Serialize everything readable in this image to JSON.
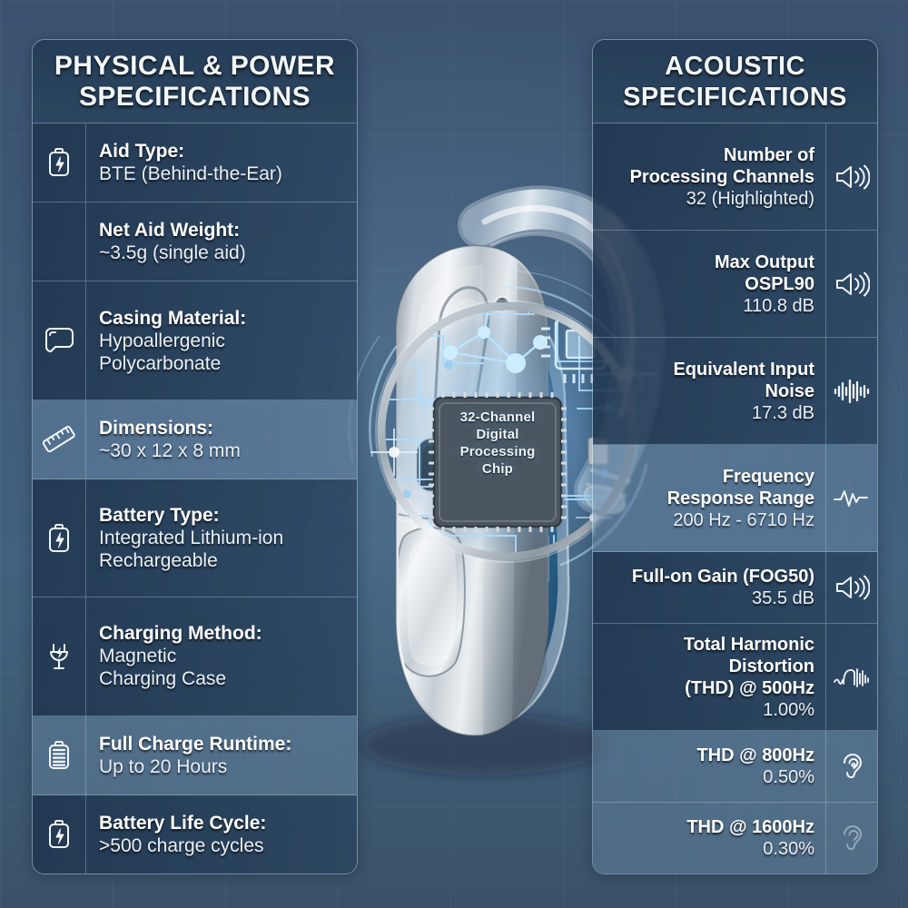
{
  "background": {
    "base_color": "#3e5875",
    "accent_glow": "#7fc6f0"
  },
  "device": {
    "chip_label_lines": [
      "32-Channel",
      "Digital",
      "Processing",
      "Chip"
    ],
    "chip_label": "32-Channel Digital Processing Chip"
  },
  "left_panel": {
    "title": "PHYSICAL & POWER SPECIFICATIONS",
    "rows": [
      {
        "icon": "battery-bolt-icon",
        "label": "Aid Type:",
        "value": "BTE (Behind-the-Ear)",
        "shade": "dark"
      },
      {
        "icon": "none-icon",
        "label": "Net Aid Weight:",
        "value": "~3.5g (single aid)",
        "shade": "dark"
      },
      {
        "icon": "casing-card-icon",
        "label": "Casing Material:",
        "value": "Hypoallergenic\nPolycarbonate",
        "shade": "dark"
      },
      {
        "icon": "ruler-icon",
        "label": "Dimensions:",
        "value": "~30 x 12 x 8 mm",
        "shade": "lite"
      },
      {
        "icon": "battery-bolt-icon",
        "label": "Battery Type:",
        "value": "Integrated Lithium-ion\nRechargeable",
        "shade": "dark"
      },
      {
        "icon": "plug-bolt-icon",
        "label": "Charging Method:",
        "value": "Magnetic\nCharging Case",
        "shade": "dark"
      },
      {
        "icon": "battery-full-icon",
        "label": "Full Charge Runtime:",
        "value": "Up to 20 Hours",
        "shade": "lite"
      },
      {
        "icon": "battery-bolt-icon",
        "label": "Battery Life Cycle:",
        "value": ">500 charge cycles",
        "shade": "dark"
      }
    ]
  },
  "right_panel": {
    "title": "ACOUSTIC SPECIFICATIONS",
    "rows": [
      {
        "icon": "speaker-waves-icon",
        "label": "Number of\nProcessing Channels",
        "value": "32 (Highlighted)",
        "shade": "dark"
      },
      {
        "icon": "speaker-waves-icon",
        "label": "Max Output\nOSPL90",
        "value": "110.8 dB",
        "shade": "dark"
      },
      {
        "icon": "audio-bars-icon",
        "label": "Equivalent Input\nNoise",
        "value": "17.3 dB",
        "shade": "dark"
      },
      {
        "icon": "pulse-wave-icon",
        "label": "Frequency\nResponse Range",
        "value": "200 Hz - 6710 Hz",
        "shade": "lite"
      },
      {
        "icon": "speaker-waves-icon",
        "label": "Full-on Gain (FOG50)",
        "value": "35.5 dB",
        "shade": "dark"
      },
      {
        "icon": "distortion-wave-icon",
        "label": "Total Harmonic Distortion\n(THD) @ 500Hz",
        "value": "1.00%",
        "shade": "dark"
      },
      {
        "icon": "ear-icon",
        "label": "THD @ 800Hz",
        "value": "0.50%",
        "shade": "lite"
      },
      {
        "icon": "ear-faded-icon",
        "label": "THD @ 1600Hz",
        "value": "0.30%",
        "shade": "lite"
      }
    ]
  }
}
